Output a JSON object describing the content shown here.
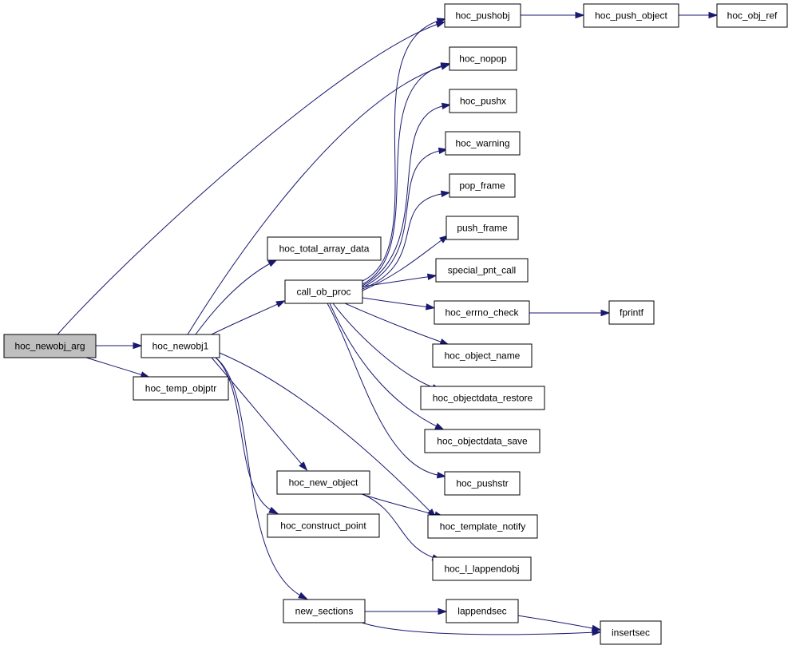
{
  "graph": {
    "edge_color": "#191970",
    "node_fill": "#ffffff",
    "focus_fill": "#bfbfbf",
    "nodes": {
      "hoc_newobj_arg": "hoc_newobj_arg",
      "hoc_newobj1": "hoc_newobj1",
      "hoc_temp_objptr": "hoc_temp_objptr",
      "hoc_total_array_data": "hoc_total_array_data",
      "call_ob_proc": "call_ob_proc",
      "hoc_new_object": "hoc_new_object",
      "hoc_construct_point": "hoc_construct_point",
      "new_sections": "new_sections",
      "hoc_pushobj": "hoc_pushobj",
      "hoc_push_object": "hoc_push_object",
      "hoc_obj_ref": "hoc_obj_ref",
      "hoc_nopop": "hoc_nopop",
      "hoc_pushx": "hoc_pushx",
      "hoc_warning": "hoc_warning",
      "pop_frame": "pop_frame",
      "push_frame": "push_frame",
      "special_pnt_call": "special_pnt_call",
      "hoc_errno_check": "hoc_errno_check",
      "fprintf": "fprintf",
      "hoc_object_name": "hoc_object_name",
      "hoc_objectdata_restore": "hoc_objectdata_restore",
      "hoc_objectdata_save": "hoc_objectdata_save",
      "hoc_pushstr": "hoc_pushstr",
      "hoc_template_notify": "hoc_template_notify",
      "hoc_l_lappendobj": "hoc_l_lappendobj",
      "lappendsec": "lappendsec",
      "insertsec": "insertsec"
    },
    "edges": [
      [
        "hoc_newobj_arg",
        "hoc_pushobj"
      ],
      [
        "hoc_newobj_arg",
        "hoc_newobj1"
      ],
      [
        "hoc_newobj_arg",
        "hoc_temp_objptr"
      ],
      [
        "hoc_newobj1",
        "hoc_nopop"
      ],
      [
        "hoc_newobj1",
        "hoc_total_array_data"
      ],
      [
        "hoc_newobj1",
        "call_ob_proc"
      ],
      [
        "hoc_newobj1",
        "hoc_new_object"
      ],
      [
        "hoc_newobj1",
        "hoc_construct_point"
      ],
      [
        "hoc_newobj1",
        "new_sections"
      ],
      [
        "hoc_newobj1",
        "hoc_template_notify"
      ],
      [
        "call_ob_proc",
        "hoc_pushobj"
      ],
      [
        "call_ob_proc",
        "hoc_nopop"
      ],
      [
        "call_ob_proc",
        "hoc_pushx"
      ],
      [
        "call_ob_proc",
        "hoc_warning"
      ],
      [
        "call_ob_proc",
        "pop_frame"
      ],
      [
        "call_ob_proc",
        "push_frame"
      ],
      [
        "call_ob_proc",
        "special_pnt_call"
      ],
      [
        "call_ob_proc",
        "hoc_errno_check"
      ],
      [
        "call_ob_proc",
        "hoc_object_name"
      ],
      [
        "call_ob_proc",
        "hoc_objectdata_restore"
      ],
      [
        "call_ob_proc",
        "hoc_objectdata_save"
      ],
      [
        "call_ob_proc",
        "hoc_pushstr"
      ],
      [
        "hoc_pushobj",
        "hoc_push_object"
      ],
      [
        "hoc_push_object",
        "hoc_obj_ref"
      ],
      [
        "hoc_errno_check",
        "fprintf"
      ],
      [
        "hoc_new_object",
        "hoc_template_notify"
      ],
      [
        "hoc_new_object",
        "hoc_l_lappendobj"
      ],
      [
        "new_sections",
        "lappendsec"
      ],
      [
        "new_sections",
        "insertsec"
      ],
      [
        "lappendsec",
        "insertsec"
      ]
    ]
  }
}
